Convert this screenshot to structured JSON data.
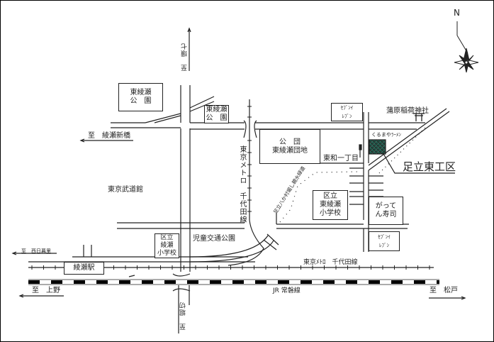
{
  "colors": {
    "ward_office": "#1f5f4f",
    "lines": "#222222"
  },
  "directions": {
    "kan7": "至　環七",
    "ayase_shinbashi": "至　綾瀬新橋",
    "nishi_nippori": "至　西日暮里",
    "ueno": "至　上野",
    "matsudo": "至　松戸",
    "horikiri": "至　堀切"
  },
  "compass": {
    "north": "N",
    "icon": "compass-rose-icon"
  },
  "places": {
    "higashi_ayase_park_large": "東綾瀬\n公　園",
    "higashi_ayase_park_small": "東綾瀬\n公　園",
    "budokan": "東京武道館",
    "danchi": "公　団\n東綾瀬団地",
    "seven_eleven_1": "ｾﾌﾞﾝｲ\nﾚﾌﾞﾝ",
    "seven_eleven_2": "ｾﾌﾞﾝｲ\nﾚﾌﾞﾝ",
    "shrine": "蒲原稲荷神社",
    "ramen": "くるまやﾗｰﾒﾝ",
    "target": "足立東工区",
    "intersection": "東和一丁目",
    "water_path": "足立八か村堀し親水緑道",
    "school_higashi": "区立\n東綾瀬\n小学校",
    "sushi": "がって\nん寿司",
    "school_ayase": "区立\n綾瀬\n小学校",
    "traffic_park": "児童交通公園",
    "station": "綾瀬駅",
    "metro_vertical": "東京メトロ　千代田線",
    "metro_horizontal": "東京ﾒﾄﾛ　千代田線",
    "jr": "JR 常磐線"
  }
}
